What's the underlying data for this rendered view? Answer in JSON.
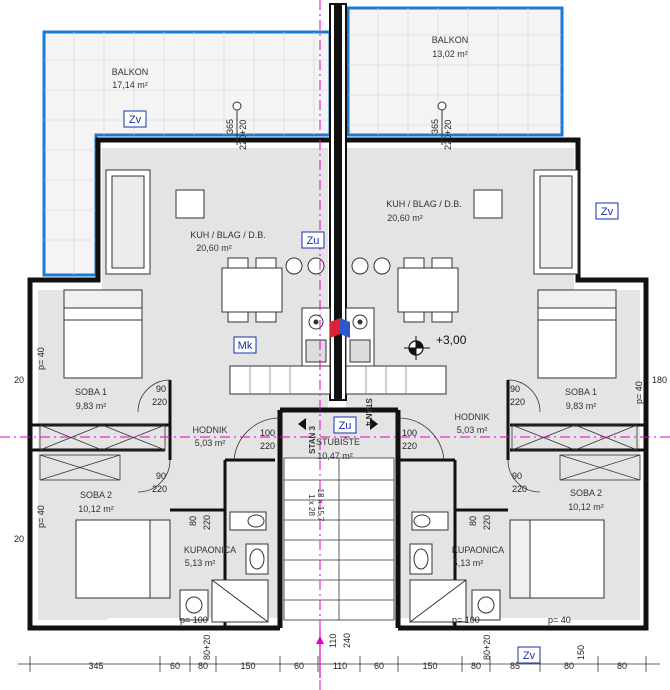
{
  "rooms": {
    "balkon_left": {
      "name": "BALKON",
      "area": "17,14 m²"
    },
    "balkon_right": {
      "name": "BALKON",
      "area": "13,02 m²"
    },
    "kuh_left": {
      "name": "KUH / BLAG / D.B.",
      "area": "20,60 m²"
    },
    "kuh_right": {
      "name": "KUH / BLAG / D.B.",
      "area": "20,60 m²"
    },
    "soba1_left": {
      "name": "SOBA 1",
      "area": "9,83 m²"
    },
    "soba1_right": {
      "name": "SOBA 1",
      "area": "9,83 m²"
    },
    "hodnik_left": {
      "name": "HODNIK",
      "area": "5,03 m²"
    },
    "hodnik_right": {
      "name": "HODNIK",
      "area": "5,03 m²"
    },
    "stubiste": {
      "name": "STUBIŠTE",
      "area": "10,47 m²"
    },
    "soba2_left": {
      "name": "SOBA 2",
      "area": "10,12 m²"
    },
    "soba2_right": {
      "name": "SOBA 2",
      "area": "10,12 m²"
    },
    "kup_left": {
      "name": "KUPAONICA",
      "area": "5,13 m²"
    },
    "kup_right": {
      "name": "KUPAONICA",
      "area": "5,13 m²"
    }
  },
  "tags": {
    "zv_left": "Zv",
    "zv_right": "Zv",
    "zv_bottom": "Zv",
    "zu_kitchen": "Zu",
    "zu_stair": "Zu",
    "mk": "Mk"
  },
  "elevation": "+3,00",
  "stan": {
    "left": "STAN 3",
    "right": "STAN 4"
  },
  "stair_dims": "18 x 15,7",
  "stair_dims2": "1 x 28",
  "openings": {
    "win_left": [
      "365",
      "220+20"
    ],
    "win_right": [
      "365",
      "220+20"
    ],
    "door_soba1_left": [
      "90",
      "220"
    ],
    "door_soba1_right": [
      "90",
      "220"
    ],
    "door_hodnik_left": [
      "100",
      "220"
    ],
    "door_hodnik_right": [
      "100",
      "220"
    ],
    "door_soba2_left": [
      "90",
      "220"
    ],
    "door_soba2_right": [
      "90",
      "220"
    ],
    "door_kup_left": [
      "80",
      "220"
    ],
    "door_kup_right": [
      "80",
      "220"
    ],
    "entrance": [
      "110",
      "240"
    ],
    "p40_left_top": "p= 40",
    "p40_left_bot": "p= 40",
    "p40_right_top": "p= 40",
    "p100_left": "p= 100",
    "p100_right": "p= 100",
    "p40_bot_right": "p= 40",
    "w20_left1": "20",
    "w20_left2": "20",
    "w180_right": "180"
  },
  "bottom_dims": [
    "345",
    "60",
    "80",
    "150",
    "60",
    "110",
    "60",
    "150",
    "80",
    "85",
    "80",
    "80"
  ],
  "bottom_small": [
    "80+20",
    "80+20",
    "150"
  ]
}
